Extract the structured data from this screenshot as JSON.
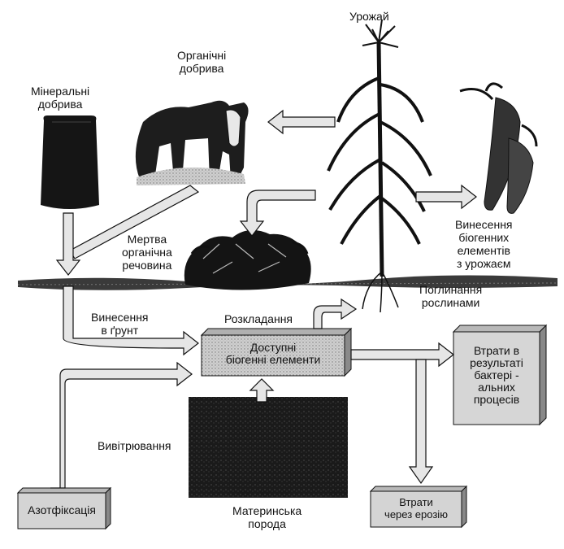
{
  "labels": {
    "harvest": "Урожай",
    "organic_fertilizers": [
      "Органічні",
      "добрива"
    ],
    "mineral_fertilizers": [
      "Мінеральні",
      "добрива"
    ],
    "dead_organic_matter": [
      "Мертва",
      "органічна",
      "речовина"
    ],
    "removal_with_harvest": [
      "Винесення",
      "біогенних",
      "елементів",
      "з урожаєм"
    ],
    "plant_uptake": [
      "Поглинання",
      "рослинами"
    ],
    "removal_to_soil": [
      "Винесення",
      "в ґрунт"
    ],
    "decomposition": "Розкладання",
    "leaching": "Вивітрювання",
    "parent_rock": [
      "Материнська",
      "порода"
    ]
  },
  "boxes": {
    "available_nutrients": [
      "Доступні",
      "біогенні елементи"
    ],
    "bacterial_losses": [
      "Втрати  в",
      "результаті",
      "бактері -",
      "альних",
      "процесів"
    ],
    "nitrogen_fixation": "Азотфіксація",
    "erosion_losses": [
      "Втрати",
      "через ерозію"
    ]
  },
  "colors": {
    "arrow_fill": "#e6e6e6",
    "box_fill": "#d4d4d4",
    "ink": "#111111",
    "soil": "#222222"
  }
}
